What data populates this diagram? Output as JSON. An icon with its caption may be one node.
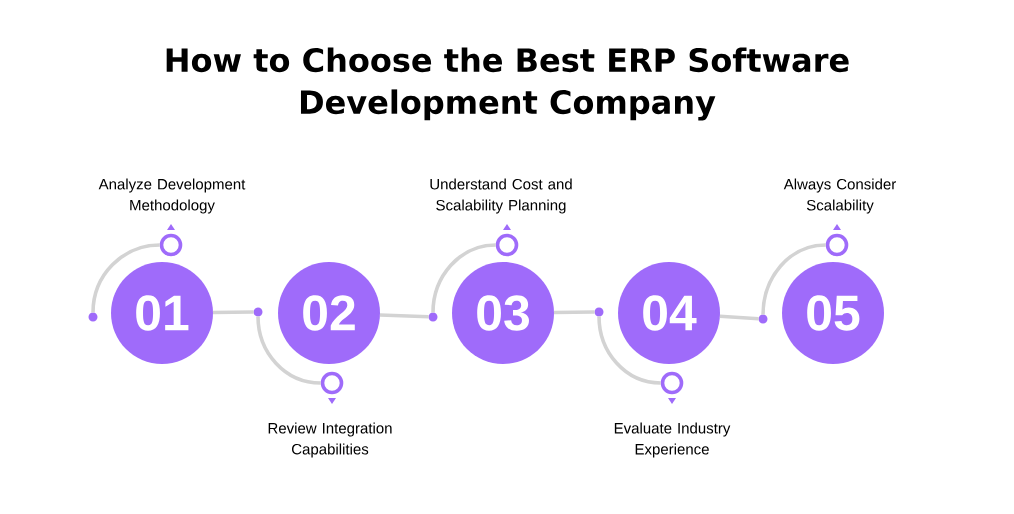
{
  "diagram": {
    "title": "How to Choose the Best ERP Software Development Company",
    "nodes": [
      {
        "text": [
          "01"
        ]
      },
      {
        "text": [
          "02"
        ]
      },
      {
        "text": [
          "03"
        ]
      },
      {
        "text": [
          "04"
        ]
      },
      {
        "text": [
          "05"
        ]
      },
      {
        "text": [],
        "shape": "dot"
      },
      {
        "text": [],
        "shape": "ring",
        "beside": [
          "Analyze Development Methodology"
        ]
      },
      {
        "text": [],
        "shape": "dot"
      },
      {
        "text": [],
        "shape": "ring",
        "beside": [
          "Review Integration Capabilities"
        ]
      },
      {
        "text": [],
        "shape": "dot"
      },
      {
        "text": [],
        "shape": "ring",
        "beside": [
          "Understand Cost and Scalability Planning"
        ]
      },
      {
        "text": [],
        "shape": "dot"
      },
      {
        "text": [],
        "shape": "ring",
        "beside": [
          "Evaluate Industry Experience"
        ]
      },
      {
        "text": [],
        "shape": "dot"
      },
      {
        "text": [],
        "shape": "ring",
        "beside": [
          "Always Consider Scalability"
        ]
      }
    ],
    "edges": [
      {
        "from": 5,
        "to": 6,
        "arrow": "none"
      },
      {
        "from": 0,
        "to": 7,
        "arrow": "none"
      },
      {
        "from": 7,
        "to": 8,
        "arrow": "none"
      },
      {
        "from": 1,
        "to": 9,
        "arrow": "none"
      },
      {
        "from": 9,
        "to": 10,
        "arrow": "none"
      },
      {
        "from": 2,
        "to": 11,
        "arrow": "none"
      },
      {
        "from": 11,
        "to": 12,
        "arrow": "none"
      },
      {
        "from": 3,
        "to": 13,
        "arrow": "none"
      },
      {
        "from": 13,
        "to": 14,
        "arrow": "none"
      }
    ]
  }
}
